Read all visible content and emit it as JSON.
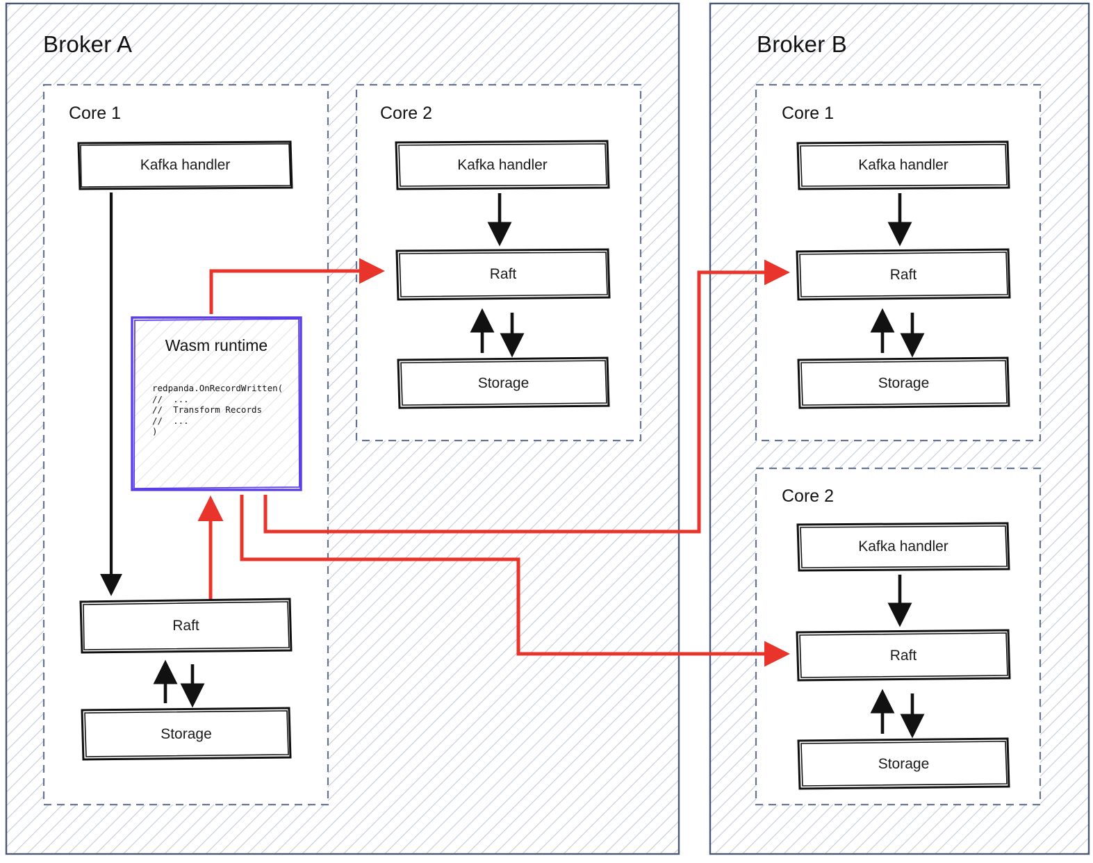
{
  "diagram": {
    "title_hidden": "",
    "colors": {
      "hatch_line": "#c2cbd9",
      "broker_border": "#4a5873",
      "core_border": "#64748f",
      "box_stroke": "#111111",
      "arrow_black": "#111111",
      "arrow_red": "#e8342a",
      "wasm_border": "#5b3ee8",
      "text": "#1a1a1a",
      "background": "#ffffff"
    },
    "brokers": [
      {
        "id": "broker-a",
        "label": "Broker A",
        "cores": [
          {
            "id": "broker-a-core-1",
            "label": "Core 1",
            "nodes": [
              {
                "id": "a1-kafka",
                "label": "Kafka handler"
              },
              {
                "id": "a1-wasm",
                "label": "Wasm runtime"
              },
              {
                "id": "a1-raft",
                "label": "Raft"
              },
              {
                "id": "a1-storage",
                "label": "Storage"
              }
            ],
            "wasm_code": [
              "redpanda.OnRecordWritten(",
              "//  ...",
              "//  Transform Records",
              "//  ...",
              ")"
            ]
          },
          {
            "id": "broker-a-core-2",
            "label": "Core 2",
            "nodes": [
              {
                "id": "a2-kafka",
                "label": "Kafka handler"
              },
              {
                "id": "a2-raft",
                "label": "Raft"
              },
              {
                "id": "a2-storage",
                "label": "Storage"
              }
            ]
          }
        ]
      },
      {
        "id": "broker-b",
        "label": "Broker B",
        "cores": [
          {
            "id": "broker-b-core-1",
            "label": "Core 1",
            "nodes": [
              {
                "id": "b1-kafka",
                "label": "Kafka handler"
              },
              {
                "id": "b1-raft",
                "label": "Raft"
              },
              {
                "id": "b1-storage",
                "label": "Storage"
              }
            ]
          },
          {
            "id": "broker-b-core-2",
            "label": "Core 2",
            "nodes": [
              {
                "id": "b2-kafka",
                "label": "Kafka handler"
              },
              {
                "id": "b2-raft",
                "label": "Raft"
              },
              {
                "id": "b2-storage",
                "label": "Storage"
              }
            ]
          }
        ]
      }
    ]
  }
}
